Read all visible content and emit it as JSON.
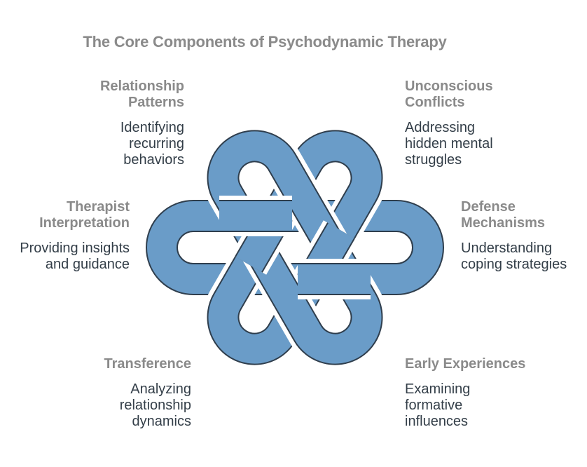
{
  "title": "The Core Components of Psychodynamic Therapy",
  "knot": {
    "fill": "#6A9CC8",
    "outline": "#2F3E4D",
    "background": "#FFFFFF"
  },
  "components": {
    "top_left": {
      "heading": "Relationship\nPatterns",
      "description": "Identifying\nrecurring\nbehaviors"
    },
    "top_right": {
      "heading": "Unconscious\nConflicts",
      "description": "Addressing\nhidden mental\nstruggles"
    },
    "mid_left": {
      "heading": "Therapist\nInterpretation",
      "description": "Providing insights\nand guidance"
    },
    "mid_right": {
      "heading": "Defense\nMechanisms",
      "description": "Understanding\ncoping strategies"
    },
    "bottom_left": {
      "heading": "Transference",
      "description": "Analyzing\nrelationship\ndynamics"
    },
    "bottom_right": {
      "heading": "Early Experiences",
      "description": "Examining\nformative\ninfluences"
    }
  }
}
